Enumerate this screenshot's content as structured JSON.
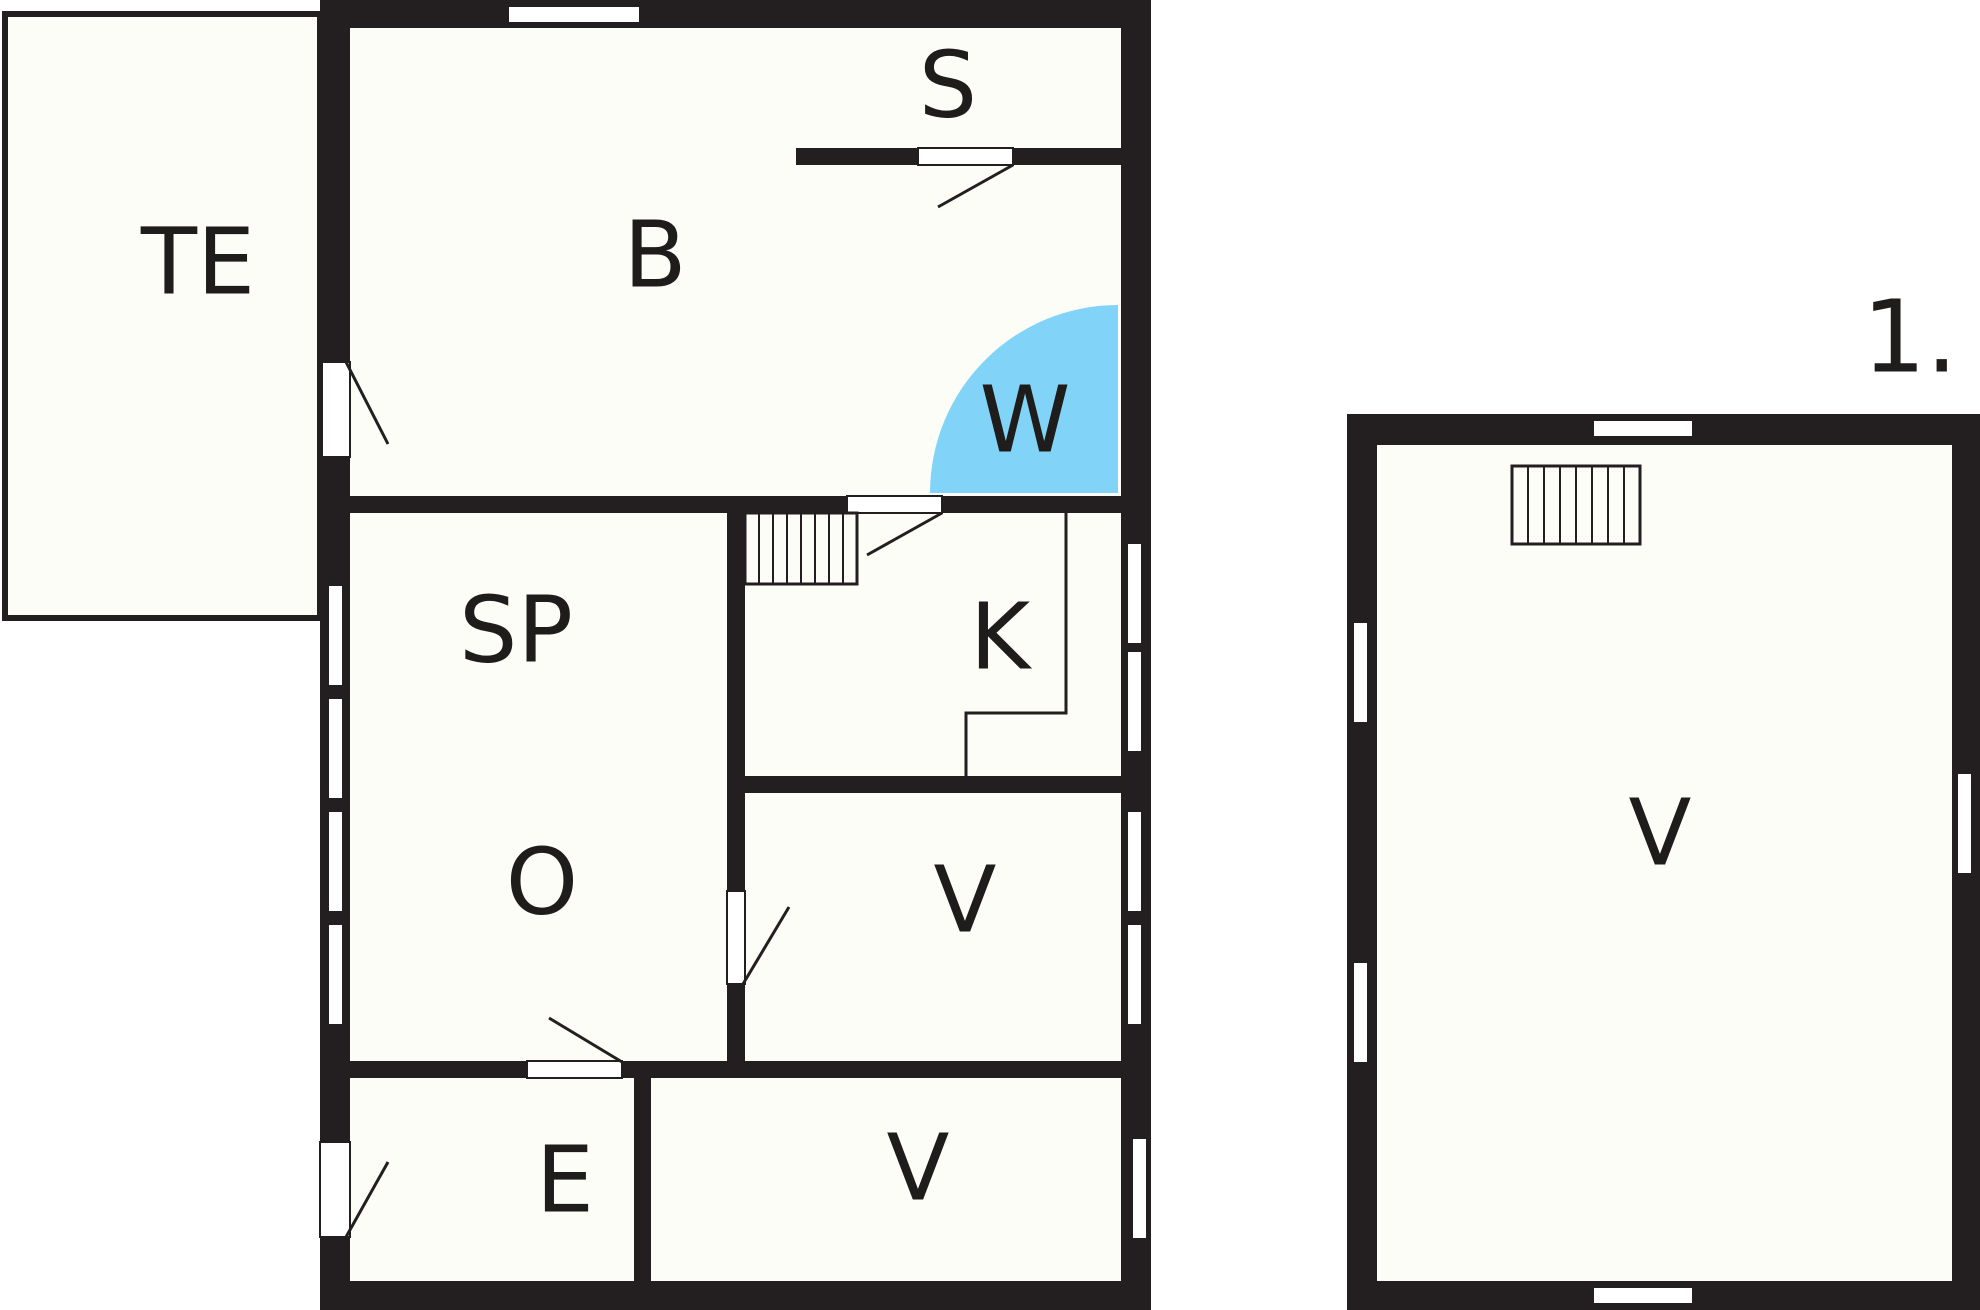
{
  "floor_label": "1.",
  "colors": {
    "wall": "#231f20",
    "floor": "#fdfdf8",
    "window": "#ffffff",
    "wc": "#81d4f7"
  },
  "rooms": {
    "te": "TE",
    "b": "B",
    "s": "S",
    "w": "W",
    "sp": "SP",
    "o": "O",
    "k": "K",
    "v1": "V",
    "v2": "V",
    "e": "E",
    "v3": "V"
  }
}
